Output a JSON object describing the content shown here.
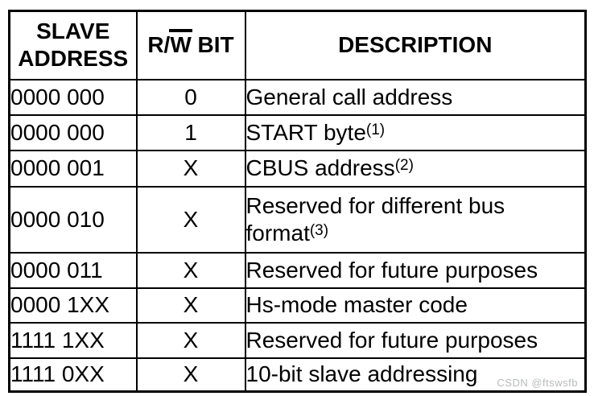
{
  "table": {
    "headers": {
      "slave_address": "SLAVE ADDRESS",
      "rw_pre": "R/",
      "rw_overline": "W",
      "rw_post": " BIT",
      "description": "DESCRIPTION"
    },
    "rows": [
      {
        "slave_address": "0000 000",
        "rw_bit": "0",
        "description": "General call address",
        "footnote": ""
      },
      {
        "slave_address": "0000 000",
        "rw_bit": "1",
        "description": "START byte",
        "footnote": "(1)"
      },
      {
        "slave_address": "0000 001",
        "rw_bit": "X",
        "description": "CBUS address",
        "footnote": "(2)"
      },
      {
        "slave_address": "0000 010",
        "rw_bit": "X",
        "description": "Reserved for different bus format",
        "footnote": "(3)"
      },
      {
        "slave_address": "0000 011",
        "rw_bit": "X",
        "description": "Reserved for future purposes",
        "footnote": ""
      },
      {
        "slave_address": "0000 1XX",
        "rw_bit": "X",
        "description": "Hs-mode master code",
        "footnote": ""
      },
      {
        "slave_address": "1111 1XX",
        "rw_bit": "X",
        "description": "Reserved for future purposes",
        "footnote": ""
      },
      {
        "slave_address": "1111 0XX",
        "rw_bit": "X",
        "description": "10-bit slave addressing",
        "footnote": ""
      }
    ]
  },
  "watermark": "CSDN @ftswsfb",
  "colors": {
    "border": "#000000",
    "text": "#000000",
    "watermark": "#b7babc",
    "background": "#ffffff"
  }
}
